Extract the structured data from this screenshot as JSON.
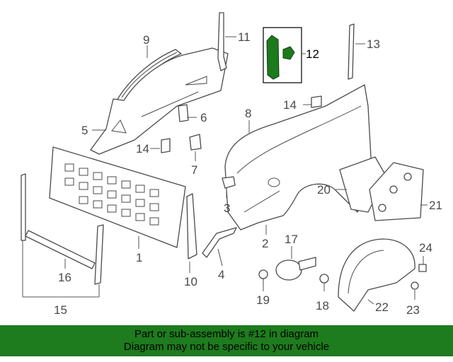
{
  "diagram": {
    "highlighted_part": "12",
    "highlight_color": "#1d7a1d",
    "callouts": {
      "c1": "1",
      "c2": "2",
      "c3": "3",
      "c4": "4",
      "c5": "5",
      "c6": "6",
      "c7": "7",
      "c8": "8",
      "c9": "9",
      "c10": "10",
      "c11": "11",
      "c12": "12",
      "c13": "13",
      "c14a": "14",
      "c14b": "14",
      "c15": "15",
      "c16": "16",
      "c17": "17",
      "c18": "18",
      "c19": "19",
      "c20": "20",
      "c21": "21",
      "c22": "22",
      "c23": "23",
      "c24": "24"
    }
  },
  "banner": {
    "line1": "Part or sub-assembly is #12 in diagram",
    "line2": "Diagram may not be specific to your vehicle",
    "background": "#1e7b1e"
  }
}
